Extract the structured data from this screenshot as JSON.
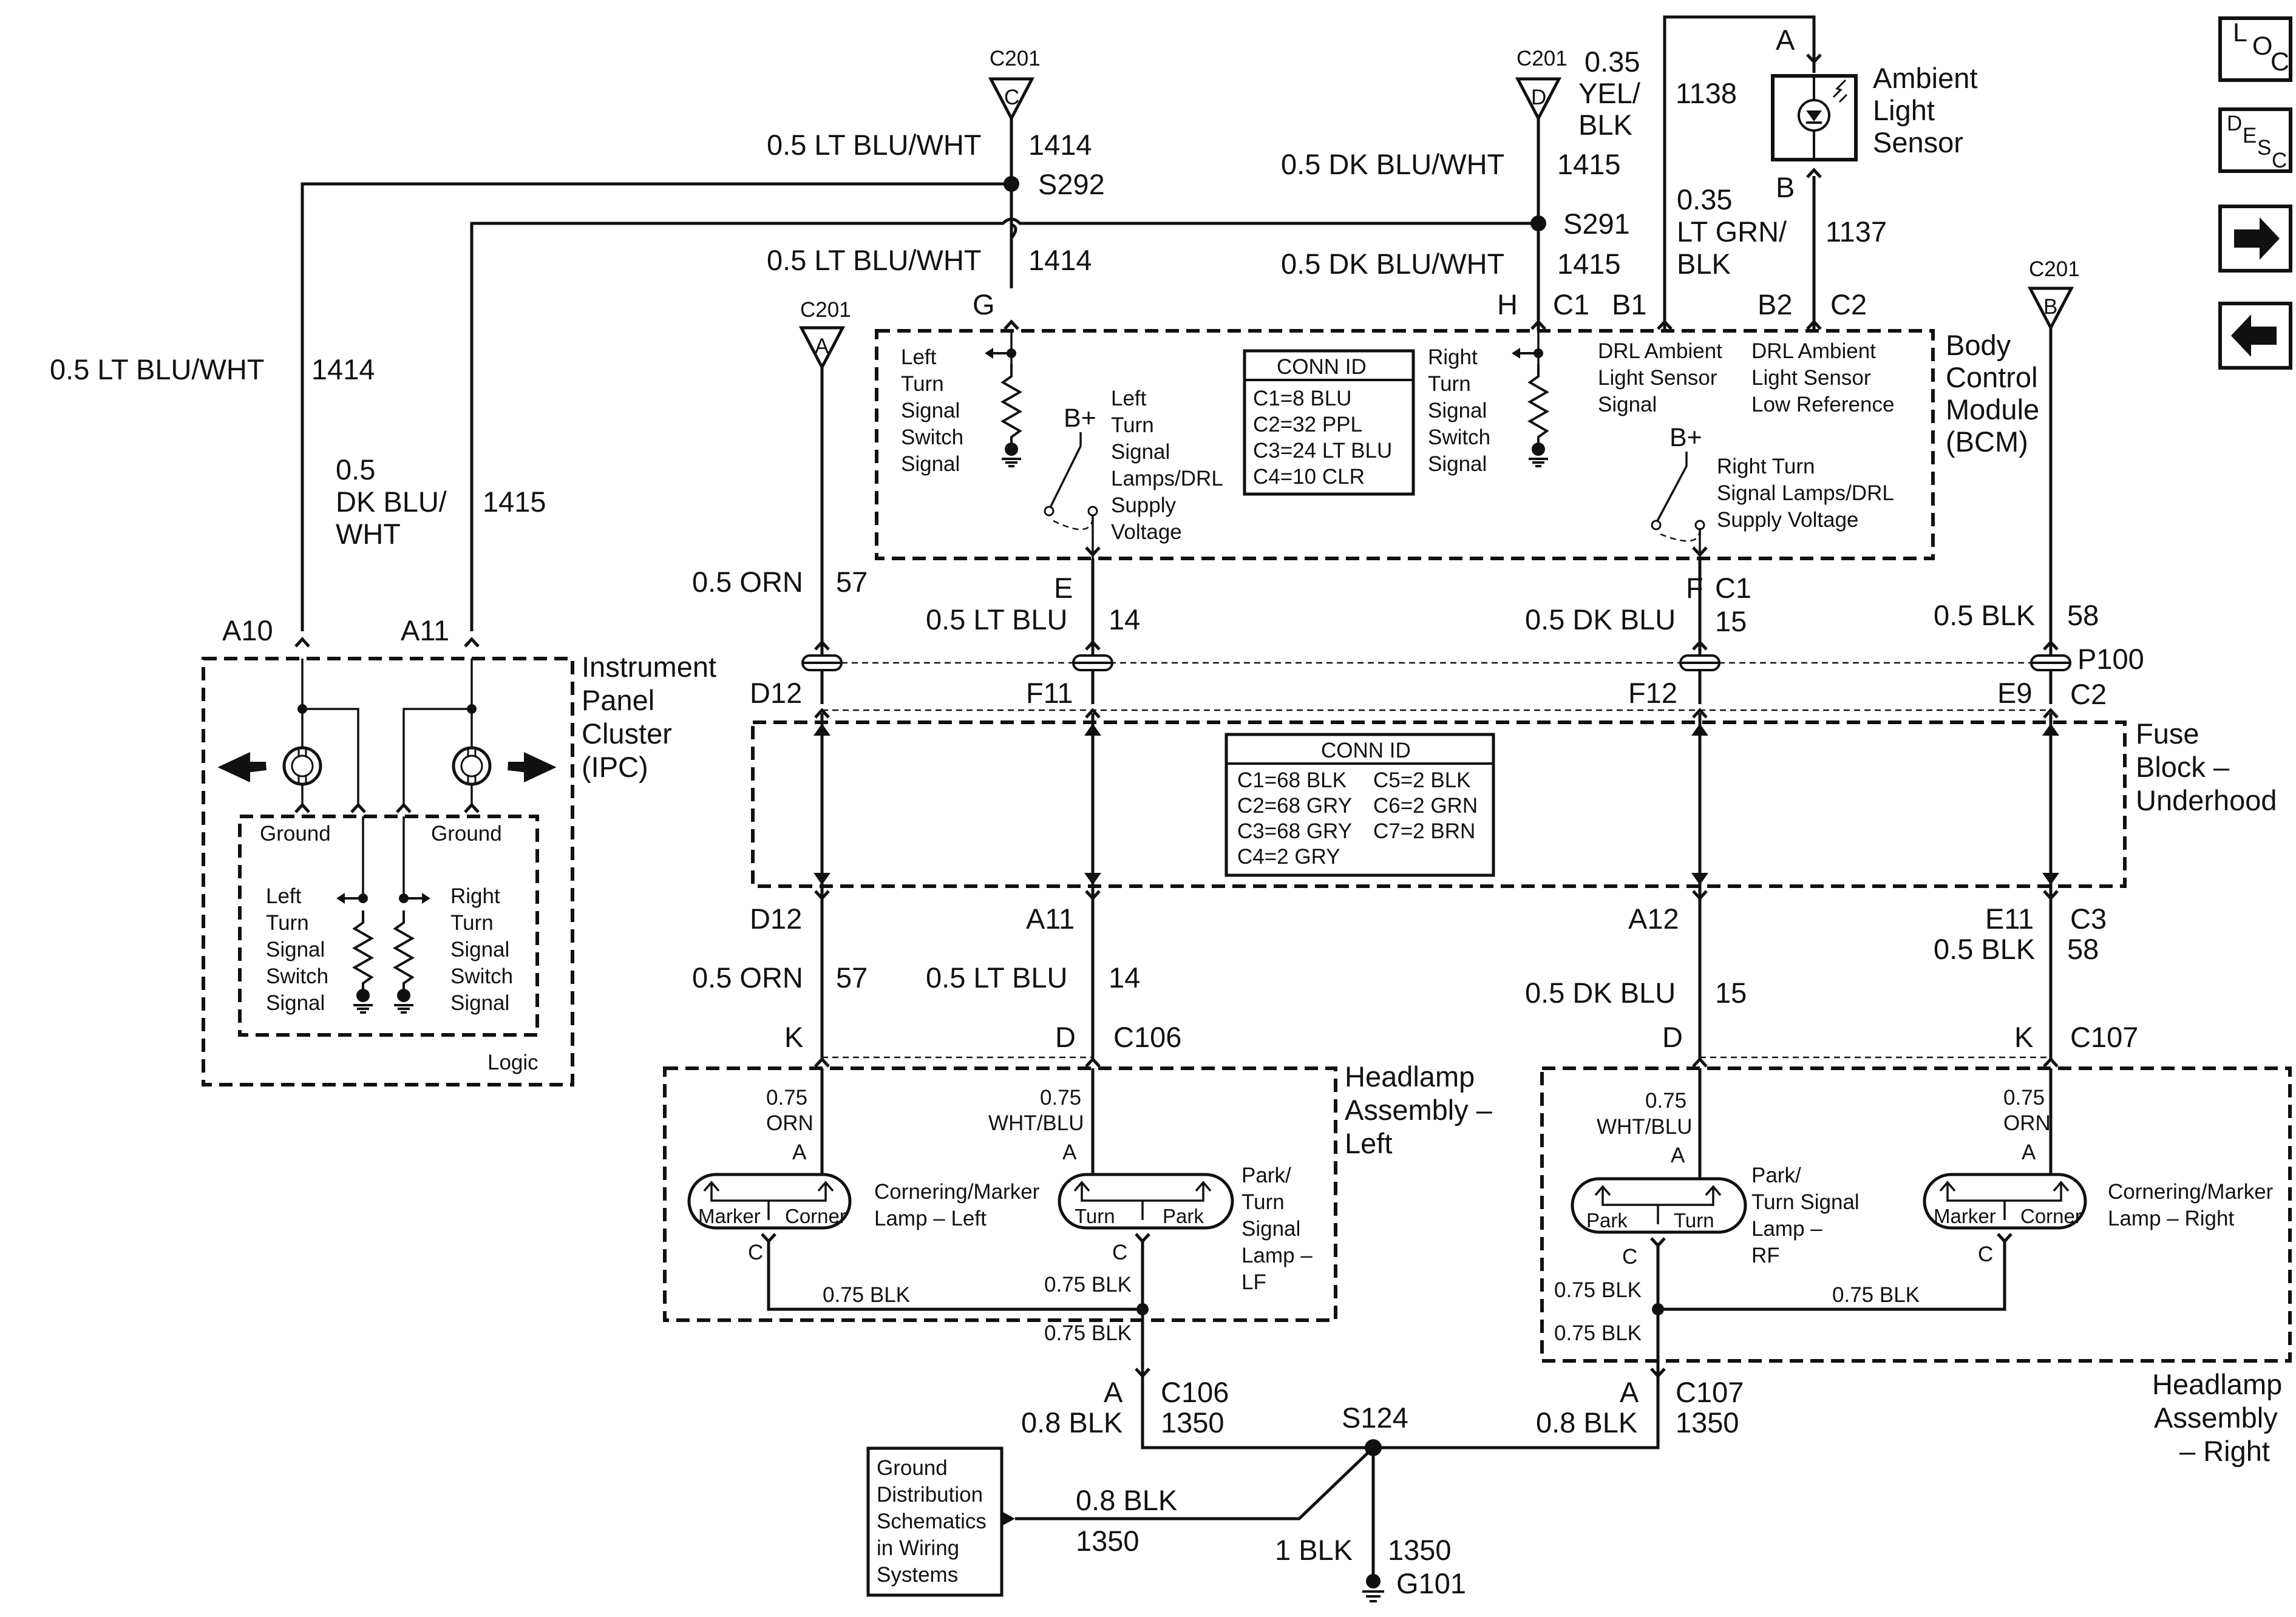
{
  "nav": {
    "loc": [
      "L",
      "O",
      "C"
    ],
    "desc": [
      "D",
      "E",
      "S",
      "C"
    ],
    "next_glyph": "➡",
    "prev_glyph": "⬅"
  },
  "connectors": {
    "c201": "C201",
    "c201_pins": [
      "C",
      "D",
      "A",
      "B"
    ]
  },
  "wires": {
    "w1414_top": "0.5 LT BLU/WHT",
    "n1414": "1414",
    "s292": "S292",
    "w1414_mid": "0.5 LT BLU/WHT",
    "w1415_top": "0.5 DK BLU/WHT",
    "n1415": "1415",
    "s291": "S291",
    "w1415_mid": "0.5 DK BLU/WHT",
    "w1138": [
      "0.35",
      "YEL/",
      "BLK"
    ],
    "n1138": "1138",
    "w1137": [
      "0.35",
      "LT GRN/",
      "BLK"
    ],
    "n1137": "1137",
    "w1414_left": "0.5 LT BLU/WHT",
    "w1415_left": [
      "0.5",
      "DK BLU/",
      "WHT"
    ],
    "orn57": "0.5 ORN",
    "n57": "57",
    "ltblu14": "0.5 LT BLU",
    "n14": "14",
    "dkblu15": "0.5 DK BLU",
    "n15": "15",
    "blk58": "0.5 BLK",
    "n58": "58",
    "blk075": "0.75 BLK",
    "blk08": "0.8 BLK",
    "n1350": "1350",
    "blk1": "1 BLK",
    "s124": "S124",
    "g101": "G101",
    "orn075": [
      "0.75",
      "ORN"
    ],
    "whtblu075": [
      "0.75",
      "WHT/BLU"
    ]
  },
  "sensor": {
    "pin_a": "A",
    "pin_b": "B",
    "label": [
      "Ambient",
      "Light",
      "Sensor"
    ]
  },
  "bcm": {
    "pins": {
      "g": "G",
      "h": "H",
      "c1": "C1",
      "b1": "B1",
      "b2": "B2",
      "c2": "C2",
      "e": "E",
      "f": "F"
    },
    "label": [
      "Body",
      "Control",
      "Module",
      "(BCM)"
    ],
    "left_switch": [
      "Left",
      "Turn",
      "Signal",
      "Switch",
      "Signal"
    ],
    "right_switch": [
      "Right",
      "Turn",
      "Signal",
      "Switch",
      "Signal"
    ],
    "left_supply": [
      "Left",
      "Turn",
      "Signal",
      "Lamps/DRL",
      "Supply",
      "Voltage"
    ],
    "right_supply": [
      "Right Turn",
      "Signal Lamps/DRL",
      "Supply Voltage"
    ],
    "bplus": "B+",
    "drl_signal": [
      "DRL Ambient",
      "Light Sensor",
      "Signal"
    ],
    "drl_ref": [
      "DRL Ambient",
      "Light Sensor",
      "Low Reference"
    ],
    "conn_title": "CONN ID",
    "conn_rows": [
      "C1=8 BLU",
      "C2=32 PPL",
      "C3=24 LT BLU",
      "C4=10 CLR"
    ]
  },
  "p100": {
    "label": "P100",
    "c2": "C2",
    "pins_top": [
      "D12",
      "F11",
      "F12",
      "E9"
    ]
  },
  "fuse_block": {
    "label": [
      "Fuse",
      "Block –",
      "Underhood"
    ],
    "conn_title": "CONN ID",
    "conn_left": [
      "C1=68 BLK",
      "C2=68 GRY",
      "C3=68 GRY",
      "C4=2 GRY"
    ],
    "conn_right": [
      "C5=2 BLK",
      "C6=2 GRN",
      "C7=2 BRN"
    ],
    "pins_bottom": [
      "D12",
      "A11",
      "A12",
      "E11"
    ],
    "c3": "C3"
  },
  "ipc": {
    "pins": [
      "A10",
      "A11"
    ],
    "label": [
      "Instrument",
      "Panel",
      "Cluster",
      "(IPC)"
    ],
    "ground": "Ground",
    "left_switch": [
      "Left",
      "Turn",
      "Signal",
      "Switch",
      "Signal"
    ],
    "right_switch": [
      "Right",
      "Turn",
      "Signal",
      "Switch",
      "Signal"
    ],
    "logic": "Logic"
  },
  "headlamp_left": {
    "pins_top": [
      "K",
      "D"
    ],
    "connector": "C106",
    "label": [
      "Headlamp",
      "Assembly –",
      "Left"
    ],
    "pin_a": "A",
    "pin_c": "C",
    "corner_lamp": [
      "Cornering/Marker",
      "Lamp – Left"
    ],
    "park_lamp": [
      "Park/",
      "Turn",
      "Signal",
      "Lamp –",
      "LF"
    ],
    "marker": "Marker",
    "corner": "Corner",
    "turn": "Turn",
    "park": "Park"
  },
  "headlamp_right": {
    "pins_top": [
      "D",
      "K"
    ],
    "connector": "C107",
    "label": [
      "Headlamp",
      "Assembly",
      "– Right"
    ],
    "pin_a": "A",
    "pin_c": "C",
    "corner_lamp": [
      "Cornering/Marker",
      "Lamp – Right"
    ],
    "park_lamp": [
      "Park/",
      "Turn Signal",
      "Lamp –",
      "RF"
    ],
    "marker": "Marker",
    "corner": "Corner",
    "turn": "Turn",
    "park": "Park"
  },
  "ground_dist": [
    "Ground",
    "Distribution",
    "Schematics",
    "in Wiring",
    "Systems"
  ]
}
